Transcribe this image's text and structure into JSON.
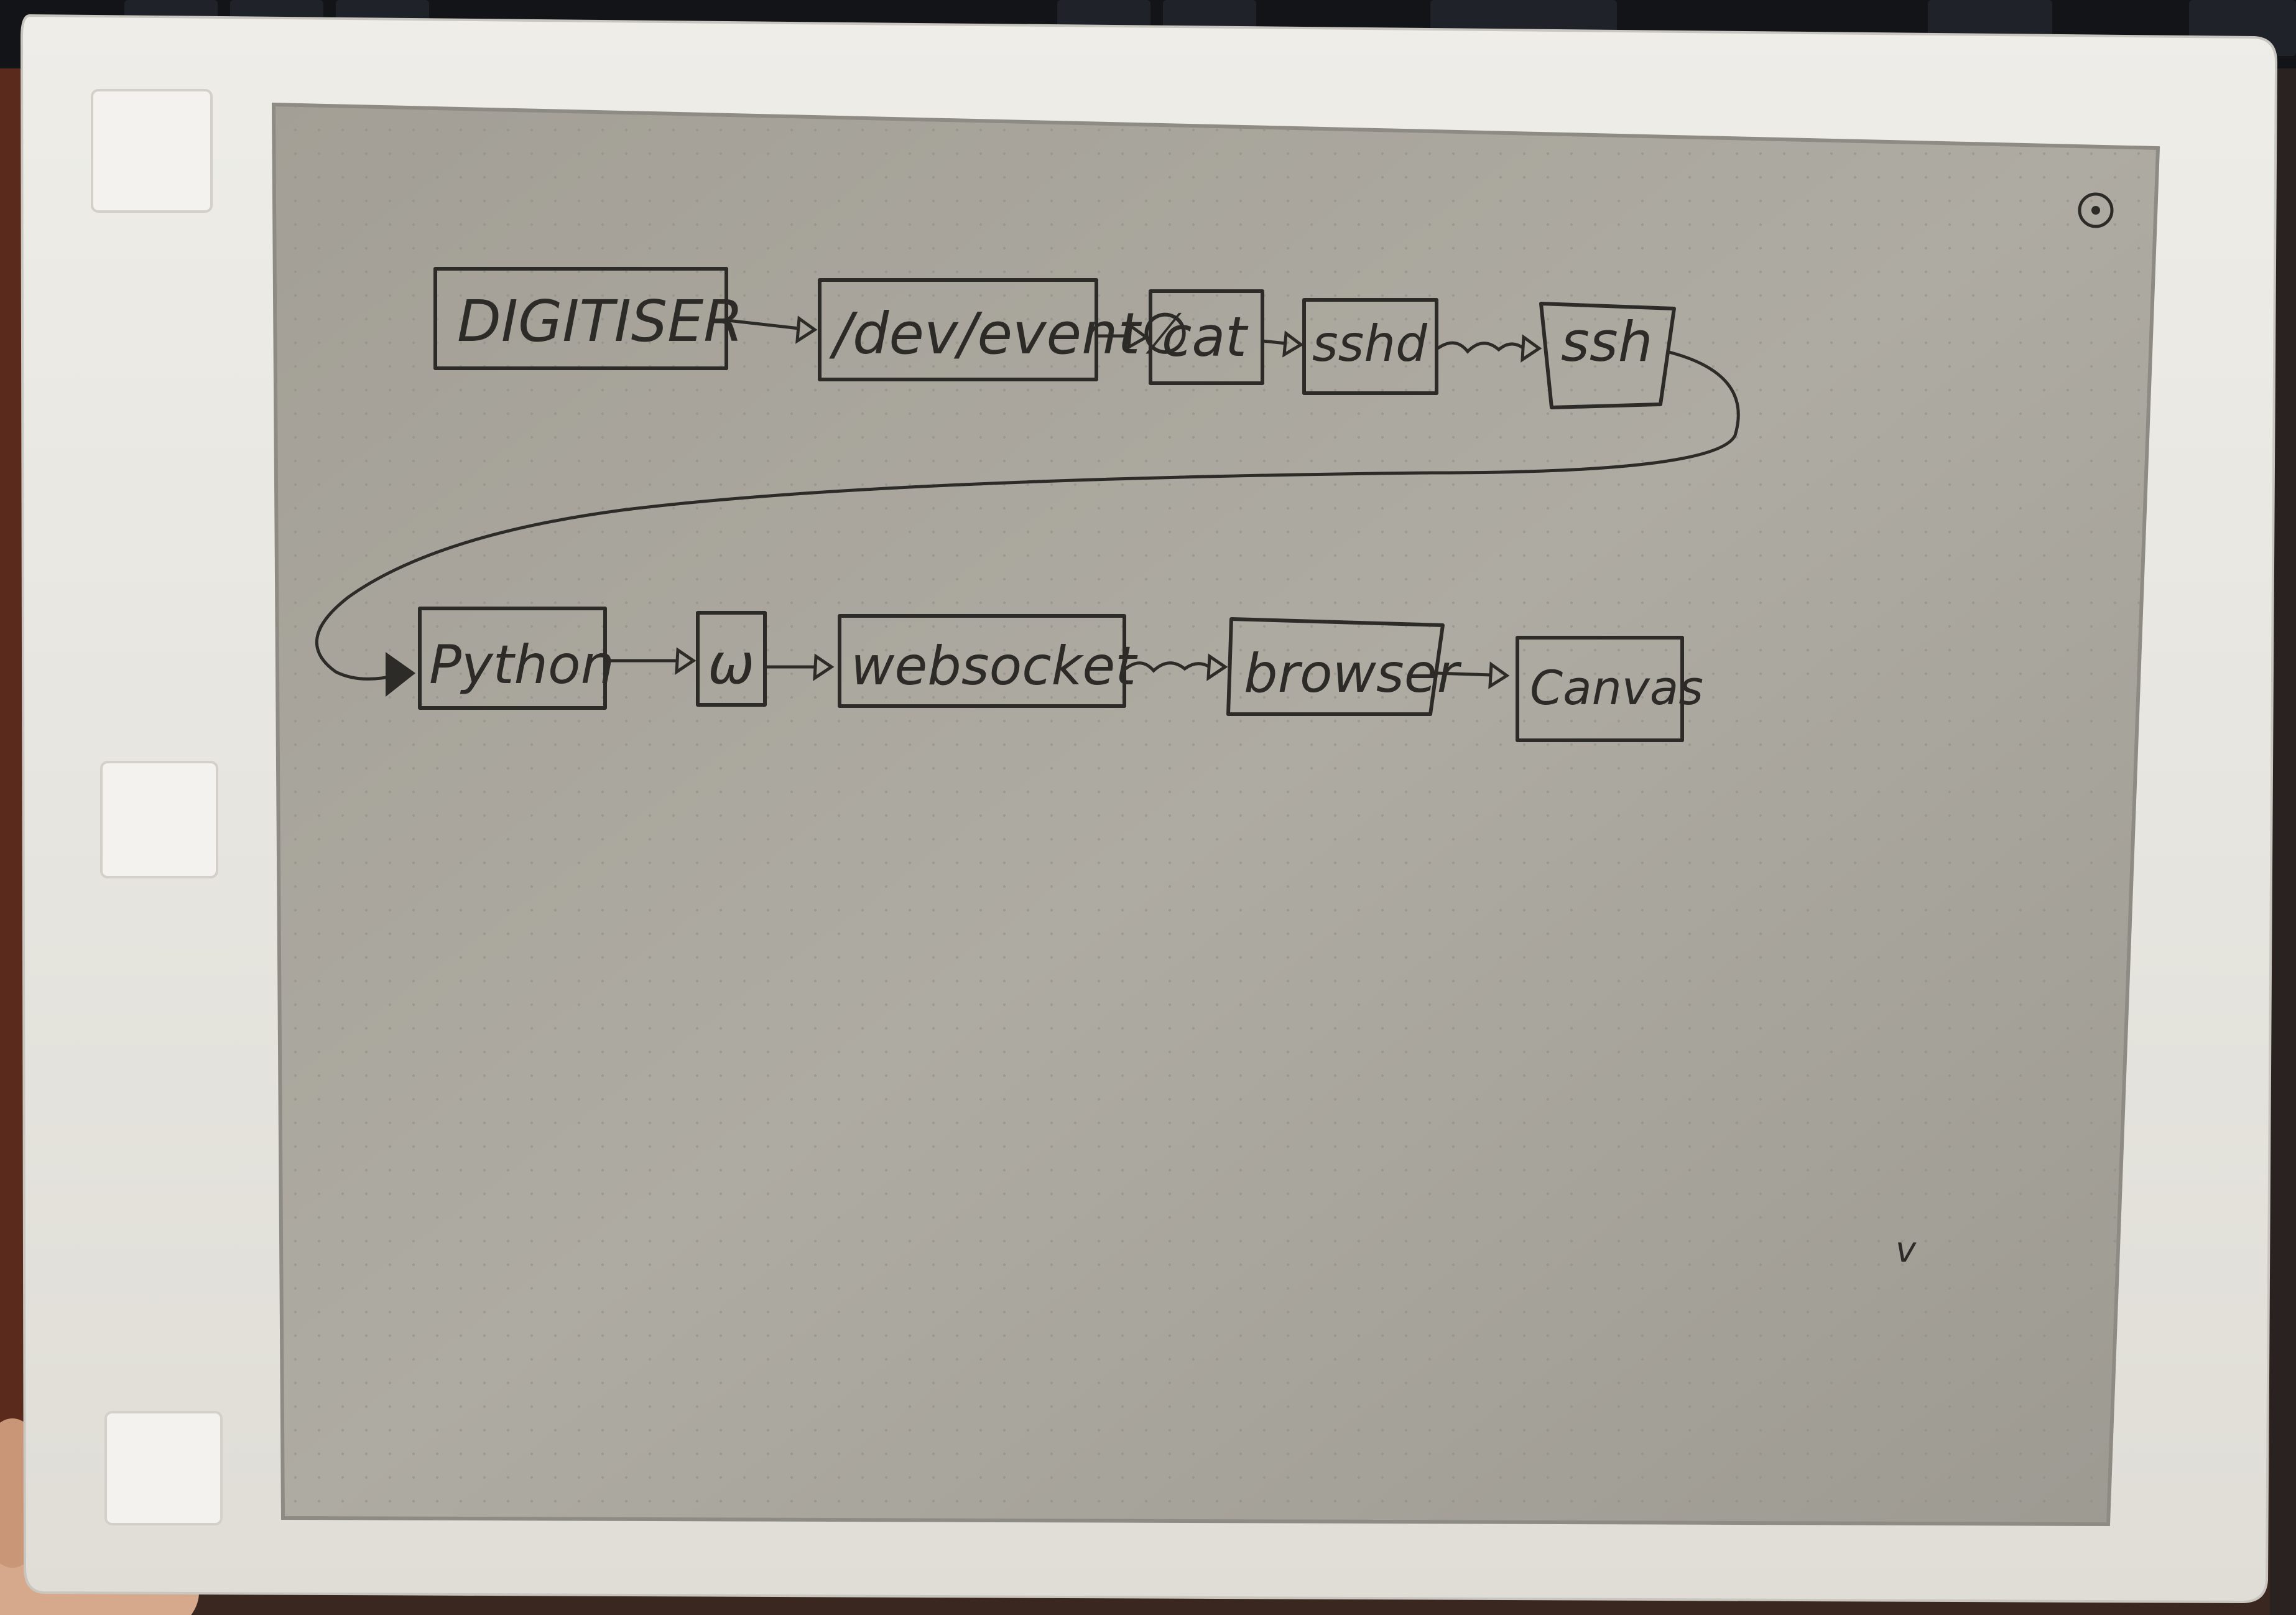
{
  "device": {
    "buttons": [
      "top-left",
      "middle-left",
      "bottom-left"
    ],
    "indicator_icon": "target-dot-icon"
  },
  "diagram": {
    "row1": [
      {
        "id": "digitiser",
        "label": "DIGITISER"
      },
      {
        "id": "dev-event",
        "label": "/dev/event∅"
      },
      {
        "id": "cat",
        "label": "cat"
      },
      {
        "id": "sshd",
        "label": "sshd"
      },
      {
        "id": "ssh",
        "label": "ssh"
      }
    ],
    "row2": [
      {
        "id": "python",
        "label": "Python"
      },
      {
        "id": "ws",
        "label": "ω"
      },
      {
        "id": "websocket",
        "label": "websocket"
      },
      {
        "id": "browser",
        "label": "browser"
      },
      {
        "id": "canvas",
        "label": "Canvas"
      }
    ],
    "stray_mark": "v"
  },
  "colors": {
    "screen": "#a9a69d",
    "bezel": "#e9e8e3",
    "ink": "#2d2b27"
  }
}
